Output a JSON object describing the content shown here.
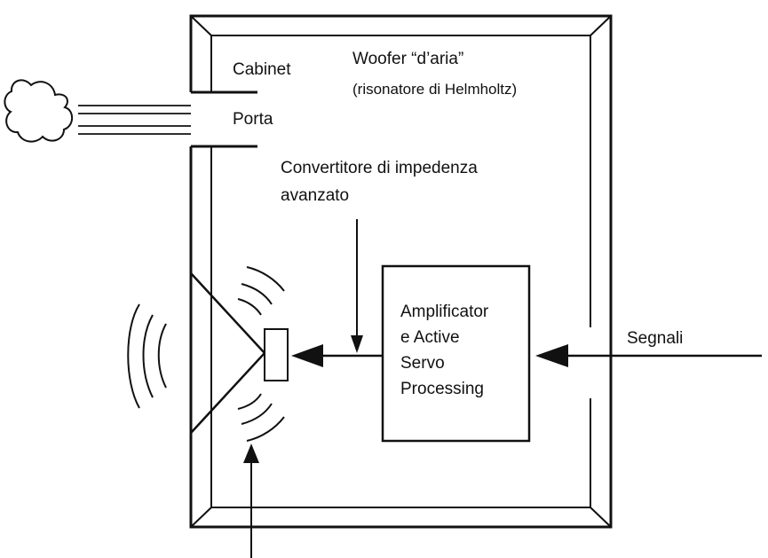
{
  "labels": {
    "cabinet": "Cabinet",
    "woofer_line1": "Woofer “d’aria”",
    "woofer_line2": "(risonatore di Helmholtz)",
    "porta": "Porta",
    "converter_line1": "Convertitore di impedenza",
    "converter_line2": "avanzato",
    "amp_line1": "Amplificator",
    "amp_line2": "e Active",
    "amp_line3": "Servo",
    "amp_line4": "Processing",
    "segnali": "Segnali"
  },
  "colors": {
    "line": "#111111",
    "background": "#ffffff"
  }
}
